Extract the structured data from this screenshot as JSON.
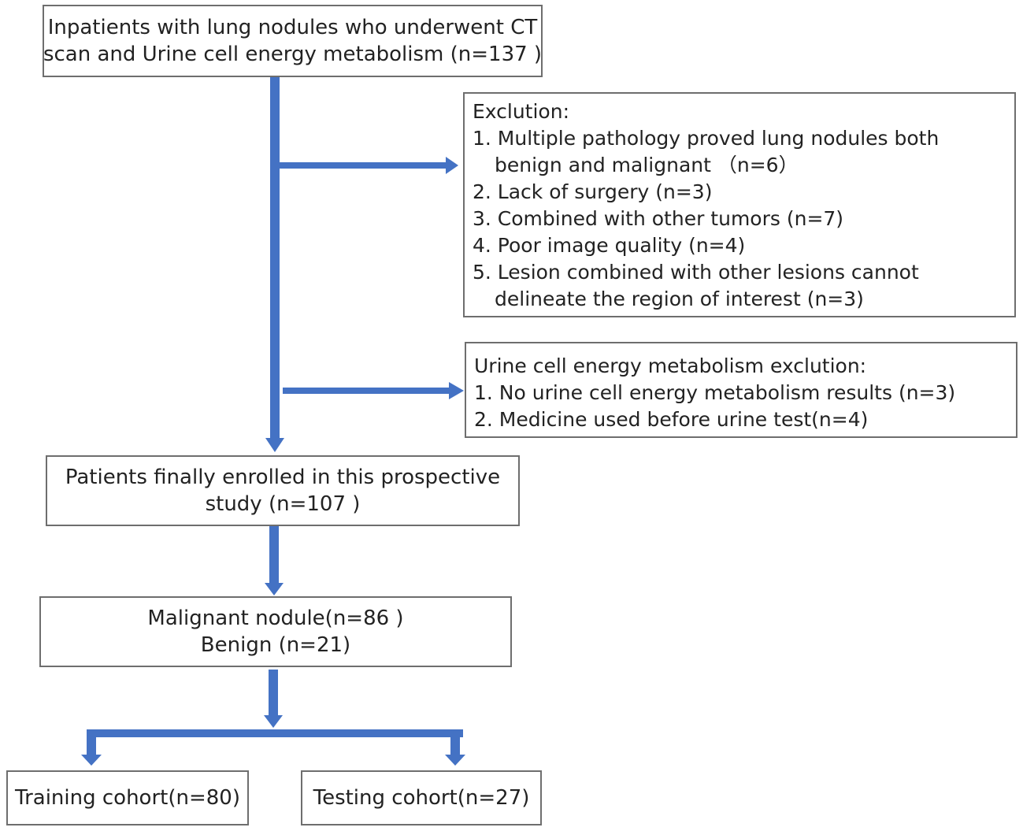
{
  "top_box": {
    "line1": "Inpatients with lung nodules who underwent CT",
    "line2": "scan and Urine cell energy metabolism (n=137 )"
  },
  "exclusion_box": {
    "title": "Exclution:",
    "items": [
      "1. Multiple pathology proved lung nodules both",
      "benign and malignant （n=6）",
      "2. Lack of surgery (n=3)",
      "3. Combined with other tumors (n=7)",
      "4. Poor image quality (n=4)",
      "5. Lesion combined with other lesions cannot",
      "delineate the region of interest (n=3)"
    ]
  },
  "urine_box": {
    "title": "Urine cell energy metabolism exclution:",
    "items": [
      "1. No urine cell energy metabolism results (n=3)",
      "2. Medicine used before urine test(n=4)"
    ]
  },
  "enrolled_box": {
    "line1": "Patients finally enrolled in this prospective",
    "line2": "study (n=107 )"
  },
  "nodule_box": {
    "line1": "Malignant nodule(n=86 )",
    "line2": "Benign (n=21)"
  },
  "training_box": {
    "label": "Training cohort(n=80)"
  },
  "testing_box": {
    "label": "Testing cohort(n=27)"
  },
  "colors": {
    "arrow": "#4472c4",
    "border": "#6e6e6e",
    "text": "#222222"
  }
}
